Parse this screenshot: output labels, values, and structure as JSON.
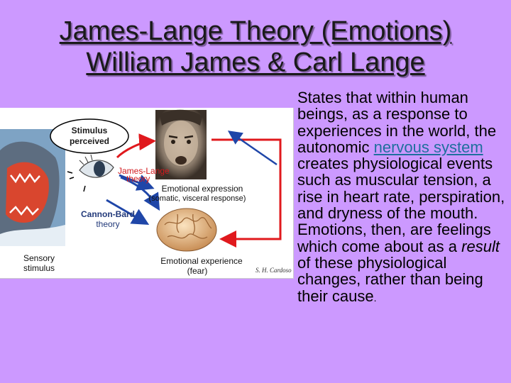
{
  "slide": {
    "title_line1": "James-Lange Theory (Emotions)",
    "title_line2": "William James & Carl Lange",
    "colors": {
      "background": "#cc99ff",
      "link": "#1f6f9e",
      "diagram_red": "#e0191d",
      "diagram_blue": "#1f46a8"
    }
  },
  "body": {
    "part1": "States that within human beings, as a response to experiences in the world, the autonomic ",
    "link_text": "nervous system ",
    "part2": "creates physiological events such as muscular tension, a rise in heart rate, perspiration, and dryness of the mouth. Emotions, then, are feelings which come about as a ",
    "emphasis": "result",
    "part3": " of these physiological changes, rather than being their cause",
    "end_mark": "."
  },
  "diagram": {
    "stimulus_line1": "Stimulus",
    "stimulus_line2": "perceived",
    "james_lange_line1": "James-Lange",
    "james_lange_line2": "theory",
    "emotional_expression": "Emotional expression",
    "expression_detail": "(somatic, visceral response)",
    "cannon_bard_line1": "Cannon-Bard",
    "cannon_bard_line2": "theory",
    "sensory_line1": "Sensory",
    "sensory_line2": "stimulus",
    "emotional_experience": "Emotional experience",
    "experience_detail": "(fear)",
    "signature": "S. H. Cardoso"
  }
}
